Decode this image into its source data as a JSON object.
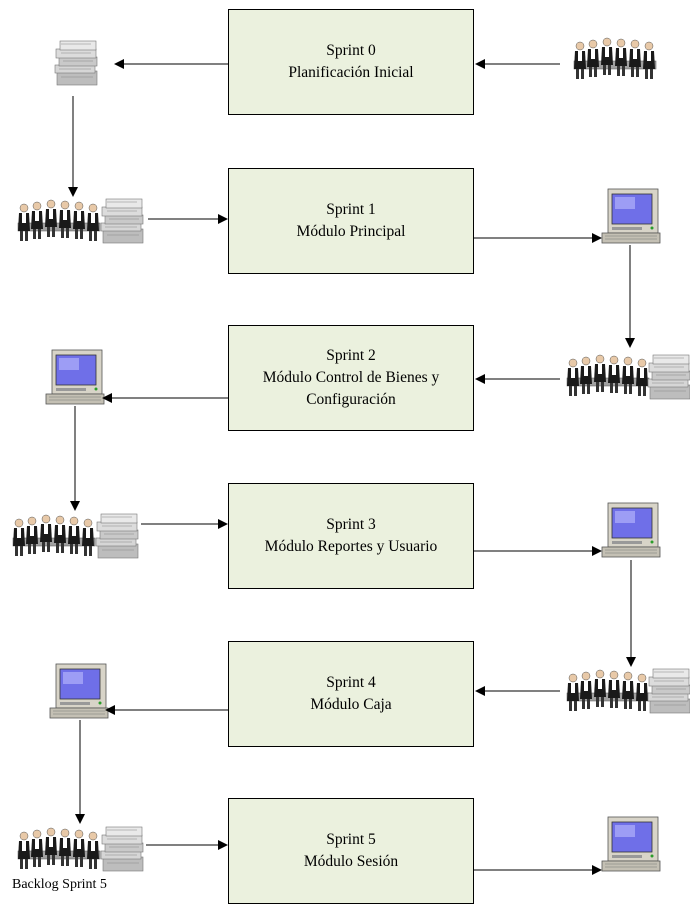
{
  "sprints": [
    {
      "title": "Sprint 0",
      "subtitle": "Planificación Inicial"
    },
    {
      "title": "Sprint 1",
      "subtitle": "Módulo Principal"
    },
    {
      "title": "Sprint 2",
      "subtitle": "Módulo Control de Bienes y",
      "subtitle2": "Configuración"
    },
    {
      "title": "Sprint 3",
      "subtitle": "Módulo  Reportes y Usuario"
    },
    {
      "title": "Sprint 4",
      "subtitle": "Módulo Caja"
    },
    {
      "title": "Sprint 5",
      "subtitle": "Módulo Sesión"
    }
  ],
  "caption": "Backlog Sprint 5",
  "colors": {
    "box_fill": "#ebf1de",
    "line": "#000000",
    "screen": "#6f6fe8",
    "monitor": "#d8d4c8"
  },
  "icons": [
    "documents-icon",
    "team-meeting-icon",
    "computer-icon"
  ]
}
